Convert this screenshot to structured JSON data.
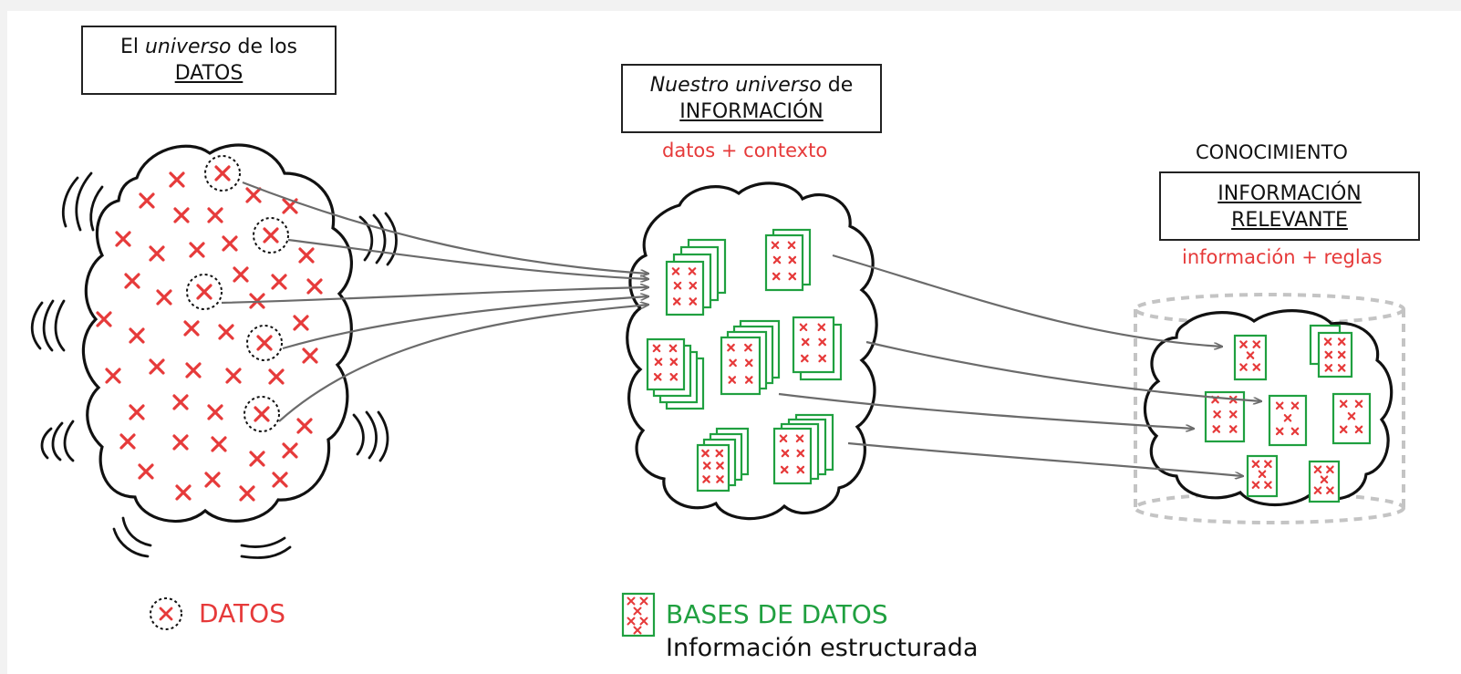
{
  "datos_box": {
    "line1_pre": "El ",
    "line1_italic": "universo",
    "line1_post": " de los",
    "line2": "DATOS"
  },
  "info_box": {
    "line1_italic": "Nuestro universo",
    "line1_post": " de",
    "line2": "INFORMACIÓN"
  },
  "info_subtitle": "datos + contexto",
  "knowledge_title": "CONOCIMIENTO",
  "knowledge_box": {
    "line1": "INFORMACIÓN",
    "line2": "RELEVANTE"
  },
  "knowledge_subtitle": "información + reglas",
  "legend": {
    "datos": "DATOS",
    "bases": "BASES DE DATOS",
    "bases_sub": "Información estructurada"
  },
  "colors": {
    "red": "#e63a3a",
    "green": "#20a040",
    "arrow": "#6b6b6b",
    "cylinder": "#c4c4c4"
  }
}
